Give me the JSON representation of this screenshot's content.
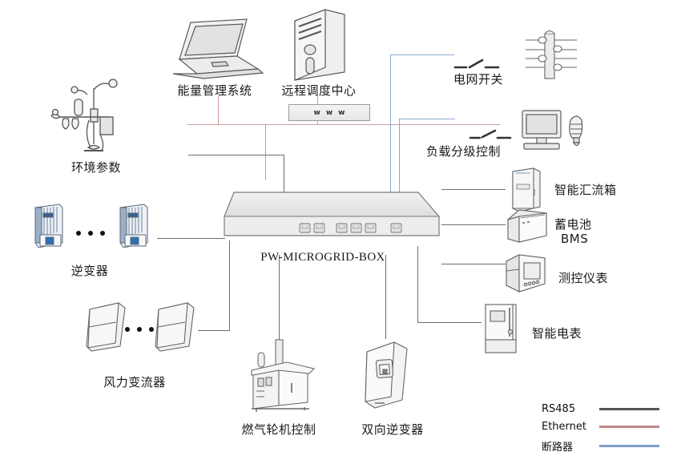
{
  "diagram": {
    "central_device": {
      "name": "PW-MICROGRID-BOX",
      "port_count": 6
    },
    "internet_bar": {
      "text_1": "w",
      "text_2": "w",
      "text_3": "w"
    },
    "nodes": [
      {
        "id": "weather-station",
        "label": "环境参数",
        "icon": "weather-station-icon"
      },
      {
        "id": "energy-mgmt-system",
        "label": "能量管理系统",
        "icon": "laptop-icon"
      },
      {
        "id": "remote-dispatch",
        "label": "远程调度中心",
        "icon": "tower-pc-icon"
      },
      {
        "id": "grid-switch",
        "label": "电网开关",
        "icon": "utility-pole-icon"
      },
      {
        "id": "load-level-control",
        "label": "负载分级控制",
        "icon": "monitor-bulb-icon"
      },
      {
        "id": "smart-combiner-box",
        "label": "智能汇流箱",
        "icon": "combiner-box-icon"
      },
      {
        "id": "battery-bms",
        "label": "蓄电池",
        "label2": "BMS",
        "icon": "battery-icon"
      },
      {
        "id": "measuring-instrument",
        "label": "测控仪表",
        "icon": "meter-panel-icon"
      },
      {
        "id": "smart-electric-meter",
        "label": "智能电表",
        "icon": "electric-meter-icon"
      },
      {
        "id": "pv-inverter",
        "label": "逆变器",
        "icon": "inverter-icon"
      },
      {
        "id": "wind-converter",
        "label": "风力变流器",
        "icon": "converter-icon"
      },
      {
        "id": "gas-turbine-control",
        "label": "燃气轮机控制",
        "icon": "gas-turbine-icon"
      },
      {
        "id": "bidirectional-inverter",
        "label": "双向逆变器",
        "icon": "bidirectional-inverter-icon"
      }
    ],
    "legend": [
      {
        "label": "RS485",
        "color": "#555555"
      },
      {
        "label": "Ethernet",
        "color": "#c08a8a"
      },
      {
        "label": "断路器",
        "color": "#7f9fc8"
      }
    ]
  }
}
